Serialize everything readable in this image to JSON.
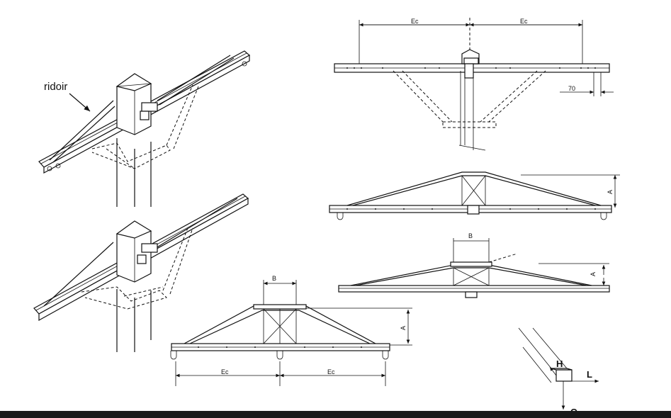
{
  "labels": {
    "ridoir": "ridoir",
    "ec": "Ec",
    "a": "A",
    "b": "B",
    "dim_70": "70",
    "axis_h": "H",
    "axis_l": "L",
    "axis_o": "O"
  }
}
